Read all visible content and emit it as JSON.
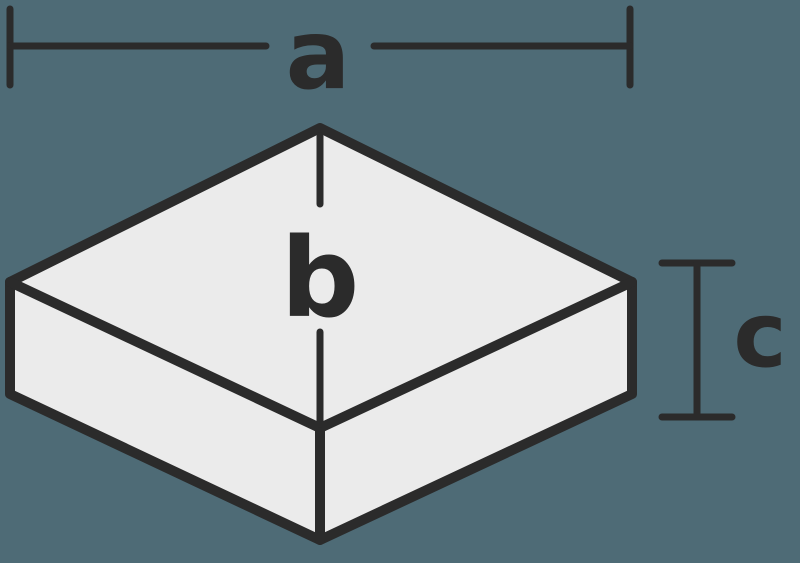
{
  "diagram": {
    "labels": {
      "width": "a",
      "depth": "b",
      "height": "c"
    },
    "colors": {
      "background": "#4e6b76",
      "line": "#2b2b2b",
      "fill": "#ebebeb"
    }
  }
}
